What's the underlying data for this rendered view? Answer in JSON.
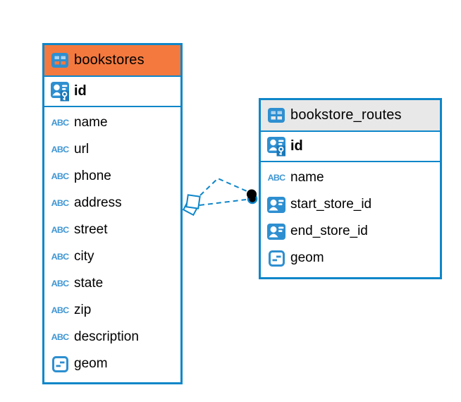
{
  "diagram": {
    "tables": [
      {
        "name": "bookstores",
        "header_color": "#F4793E",
        "columns": [
          {
            "name": "id",
            "type": "primary-key"
          },
          {
            "name": "name",
            "type": "text"
          },
          {
            "name": "url",
            "type": "text"
          },
          {
            "name": "phone",
            "type": "text"
          },
          {
            "name": "address",
            "type": "text"
          },
          {
            "name": "street",
            "type": "text"
          },
          {
            "name": "city",
            "type": "text"
          },
          {
            "name": "state",
            "type": "text"
          },
          {
            "name": "zip",
            "type": "text"
          },
          {
            "name": "description",
            "type": "text"
          },
          {
            "name": "geom",
            "type": "geometry"
          }
        ]
      },
      {
        "name": "bookstore_routes",
        "header_color": "#E8E8E8",
        "columns": [
          {
            "name": "id",
            "type": "primary-key"
          },
          {
            "name": "name",
            "type": "text"
          },
          {
            "name": "start_store_id",
            "type": "foreign-key"
          },
          {
            "name": "end_store_id",
            "type": "foreign-key"
          },
          {
            "name": "geom",
            "type": "geometry"
          }
        ]
      }
    ],
    "relationship": {
      "style": "dashed",
      "line_count": 2,
      "color": "#0E86C9",
      "source_marker": "overlapping-squares",
      "target_marker": "filled-dot"
    },
    "icons": {
      "text_label": "ABC"
    },
    "colors": {
      "table_border": "#0E86C9",
      "icon_blue": "#2E8FD0",
      "icon_cell_light": "#ABD2EE",
      "text": "#000000",
      "background": "#FFFFFF"
    }
  }
}
